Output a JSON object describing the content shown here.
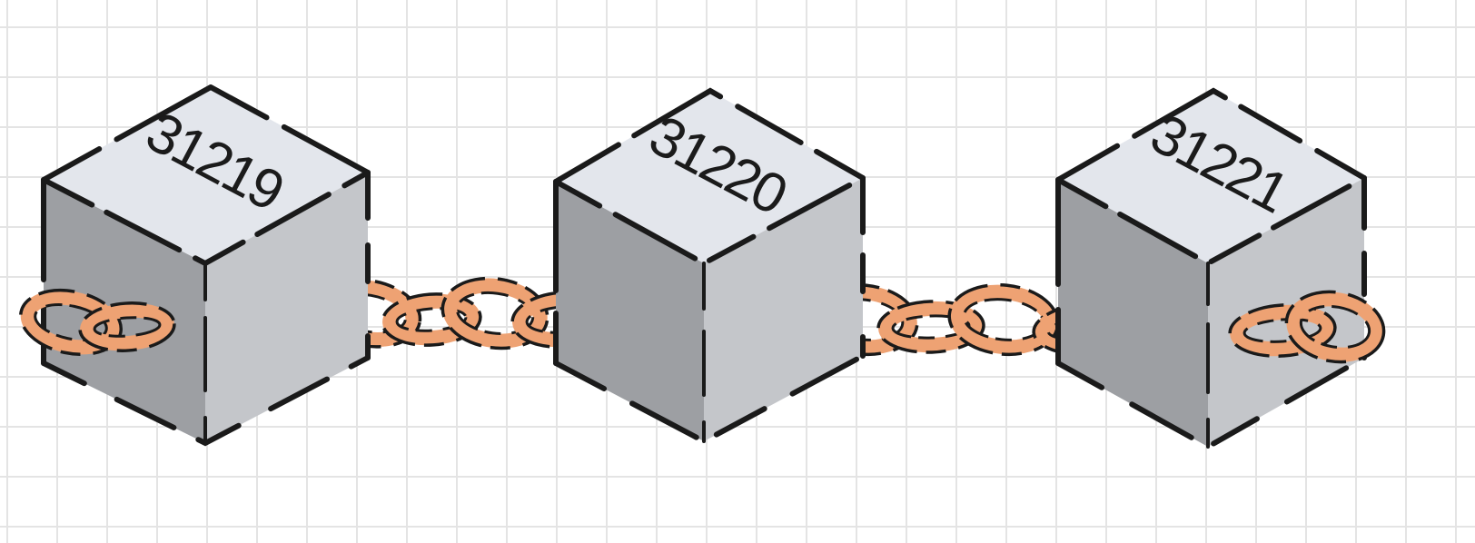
{
  "blocks": [
    {
      "number": "31219"
    },
    {
      "number": "31220"
    },
    {
      "number": "31221"
    }
  ],
  "colors": {
    "background": "#ffffff",
    "grid_line": "#e4e4e4",
    "cube_top": "#e3e6ec",
    "cube_left": "#9d9fa3",
    "cube_right": "#c4c6ca",
    "outline": "#1a1a1a",
    "chain": "#eea273"
  },
  "icons": [
    "cube-block-icon",
    "chain-link-icon"
  ]
}
